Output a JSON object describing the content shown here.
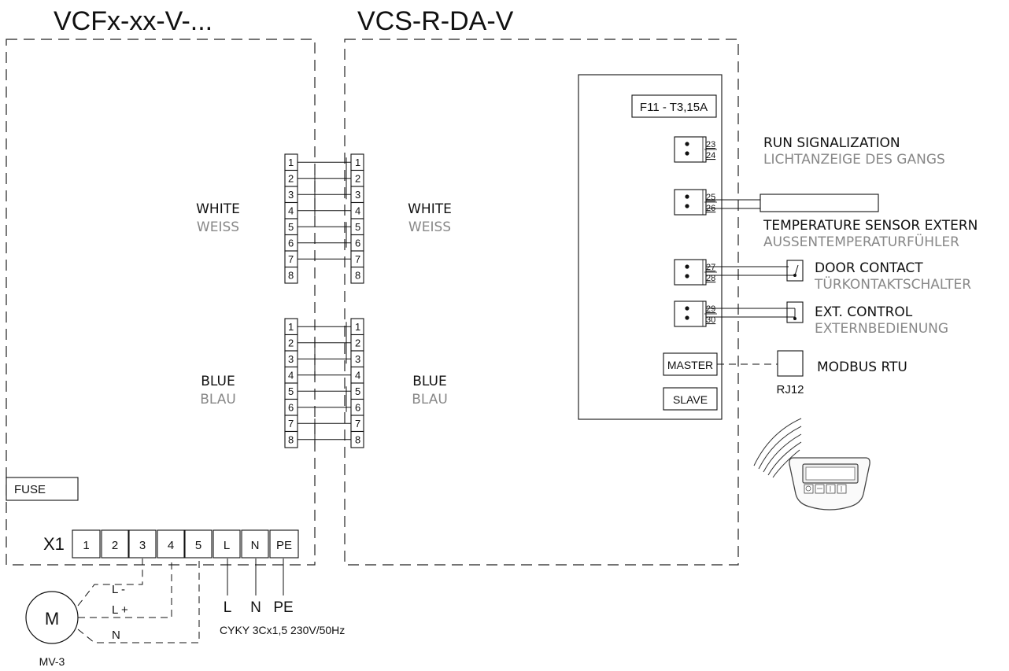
{
  "titles": {
    "left_unit": "VCFx-xx-V-...",
    "right_unit": "VCS-R-DA-V"
  },
  "color_labels": {
    "white": "WHITE",
    "white_de": "WEISS",
    "blue": "BLUE",
    "blue_de": "BLAU"
  },
  "connector_pins": [
    "1",
    "2",
    "3",
    "4",
    "5",
    "6",
    "7",
    "8"
  ],
  "controller": {
    "fuse": "F11 - T3,15A",
    "terminals": [
      {
        "a": "23",
        "b": "24"
      },
      {
        "a": "25",
        "b": "26"
      },
      {
        "a": "27",
        "b": "28"
      },
      {
        "a": "29",
        "b": "30"
      }
    ],
    "master": "MASTER",
    "slave": "SLAVE"
  },
  "signals": {
    "run": "RUN SIGNALIZATION",
    "run_de": "LICHTANZEIGE DES GANGS",
    "temp": "TEMPERATURE SENSOR EXTERN",
    "temp_de": "AUSSENTEMPERATURFÜHLER",
    "door": "DOOR CONTACT",
    "door_de": "TÜRKONTAKTSCHALTER",
    "ext": "EXT. CONTROL",
    "ext_de": "EXTERNBEDIENUNG",
    "modbus": "MODBUS RTU",
    "rj12": "RJ12"
  },
  "left_unit": {
    "fuse": "FUSE",
    "x1_label": "X1",
    "x1_terminals": [
      "1",
      "2",
      "3",
      "4",
      "5",
      "L",
      "N",
      "PE"
    ]
  },
  "motor": {
    "symbol": "M",
    "model": "MV-3",
    "wires": [
      "L -",
      "L +",
      "N"
    ]
  },
  "supply": {
    "l": "L",
    "n": "N",
    "pe": "PE",
    "cable": "CYKY 3Cx1,5  230V/50Hz"
  }
}
